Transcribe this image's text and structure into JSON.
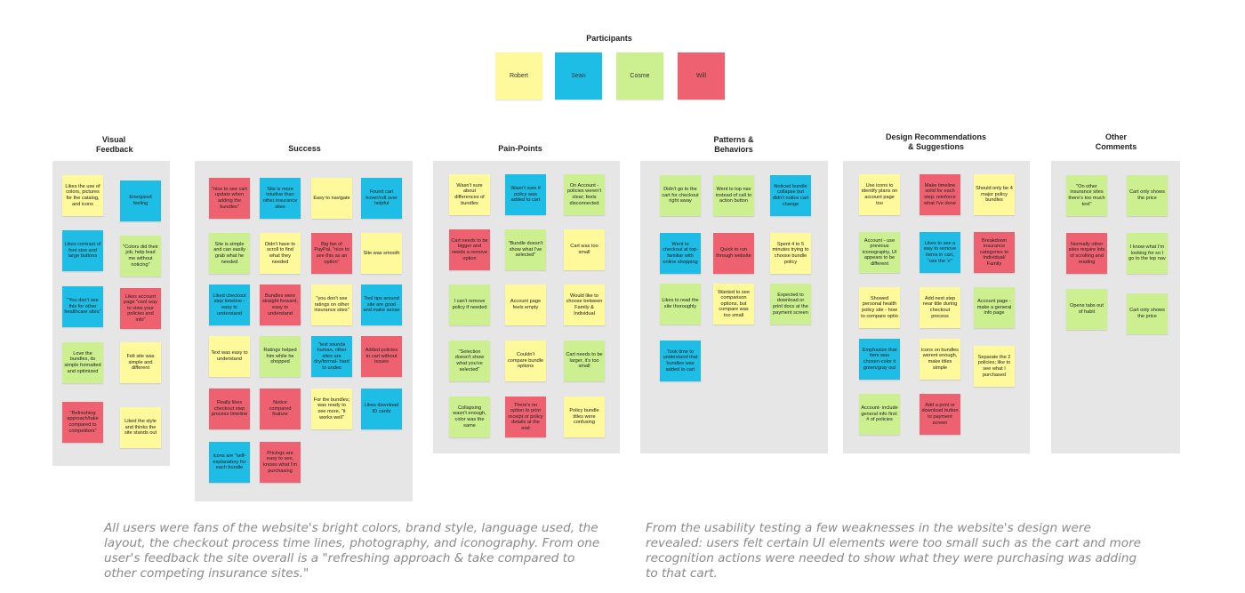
{
  "participants": {
    "title": "Participants",
    "names": [
      "Robert",
      "Sean",
      "Cosme",
      "Will"
    ]
  },
  "columns": [
    {
      "title": "Visual\nFeedback",
      "notes": [
        {
          "text": "Likes the use of colors, pictures for the catalog, and icons",
          "color": "yellow"
        },
        {
          "text": "Energized feeling",
          "color": "blue"
        },
        {
          "text": "Likes contrast of font size and large buttons",
          "color": "blue"
        },
        {
          "text": "\"Colors did their job, help lead me without noticing\"",
          "color": "green"
        },
        {
          "text": "\"You don't see this for other healthcare sites\"",
          "color": "blue"
        },
        {
          "text": "Likes account page \"cool way to view your policies and info\"",
          "color": "red"
        },
        {
          "text": "Love the bundles, its simple formatted and optimized",
          "color": "green"
        },
        {
          "text": "Felt site was simple and different",
          "color": "yellow"
        },
        {
          "text": "\"Refreshing approach/take compared to competitors\"",
          "color": "red"
        },
        {
          "text": "Liked the style and thinks the site stands out",
          "color": "yellow"
        }
      ]
    },
    {
      "title": "Success",
      "notes": [
        {
          "text": "\"nice to see cart update when adding the bundles\"",
          "color": "red"
        },
        {
          "text": "Site is more intuitive than other insurance sites",
          "color": "blue"
        },
        {
          "text": "Easy to navigate",
          "color": "yellow"
        },
        {
          "text": "Found cart hover/roll over helpful",
          "color": "blue"
        },
        {
          "text": "Site is simple and can easily grab what he needed",
          "color": "green"
        },
        {
          "text": "Didn't have to scroll to find what they needed",
          "color": "yellow"
        },
        {
          "text": "Big fan of PayPal, \"nice to see this as an option\"",
          "color": "red"
        },
        {
          "text": "Site was smooth",
          "color": "yellow"
        },
        {
          "text": "Liked checkout step timeline - easy to understand",
          "color": "blue"
        },
        {
          "text": "Bundles were straight forward, easy to understand",
          "color": "red"
        },
        {
          "text": "\"you don't see ratings on other insurance sites\"",
          "color": "yellow"
        },
        {
          "text": "Tool tips around site are good and make sense",
          "color": "blue"
        },
        {
          "text": "Text was easy to understand",
          "color": "yellow"
        },
        {
          "text": "Ratings helped him while he shopped",
          "color": "green"
        },
        {
          "text": "\"text sounds human, other sites are dry/formal- hard to undes",
          "color": "blue"
        },
        {
          "text": "Added policies to cart without issues",
          "color": "red"
        },
        {
          "text": "Really likes checkout step process timeline",
          "color": "red"
        },
        {
          "text": "Notice compared feature",
          "color": "red"
        },
        {
          "text": "For the bundles; was ready to see more, \"it works well\"",
          "color": "yellow"
        },
        {
          "text": "Likes download ID cards",
          "color": "blue"
        },
        {
          "text": "icons are \"self-explanatory for each bundle",
          "color": "blue"
        },
        {
          "text": "Pricings are easy to see, knows what I'm purchasing",
          "color": "red"
        }
      ]
    },
    {
      "title": "Pain-Points",
      "notes": [
        {
          "text": "Wasn't sure about differences of bundles",
          "color": "yellow"
        },
        {
          "text": "Wasn't sure if policy was added to cart",
          "color": "blue"
        },
        {
          "text": "On Account - policies weren't clear; feels disconnected",
          "color": "green"
        },
        {
          "text": "Cart needs to be bigger and needs a remove option",
          "color": "red"
        },
        {
          "text": "\"Bundle doesn't show what I've selected\"",
          "color": "green"
        },
        {
          "text": "Cart was too small",
          "color": "yellow"
        },
        {
          "text": "I can't remove policy if needed",
          "color": "green"
        },
        {
          "text": "Account page feels empty",
          "color": "yellow"
        },
        {
          "text": "Would like to choose between Family & Individual",
          "color": "yellow"
        },
        {
          "text": "\"Selection doesn't show what you've selected\"",
          "color": "green"
        },
        {
          "text": "Couldn't compare bundle options",
          "color": "yellow"
        },
        {
          "text": "Cart needs to be larger, it's too small",
          "color": "green"
        },
        {
          "text": "Collapsing wasn't enough, color was the same",
          "color": "green"
        },
        {
          "text": "There's no option to print receipt or policy details at the end",
          "color": "red"
        },
        {
          "text": "Policy bundle titles were confusing",
          "color": "yellow"
        }
      ]
    },
    {
      "title": "Patterns &\nBehaviors",
      "notes": [
        {
          "text": "Didn't go to the cart for checkout right away",
          "color": "green"
        },
        {
          "text": "Went to top nav instead of call to action button",
          "color": "green"
        },
        {
          "text": "Noticed bundle collapse but didn't notice cart change",
          "color": "blue"
        },
        {
          "text": "Went to checkout at top-familiar with online shopping",
          "color": "blue"
        },
        {
          "text": "Quick to run through website",
          "color": "red"
        },
        {
          "text": "Spent 4 to 5 minutes trying to choose bundle policy",
          "color": "yellow"
        },
        {
          "text": "Likes to read the site thoroughly",
          "color": "green"
        },
        {
          "text": "Wanted to see comparison options, but compare was too small",
          "color": "yellow"
        },
        {
          "text": "Expected to download or print docs at the payment screen",
          "color": "green"
        },
        {
          "text": "Took time to understand that bundles was added to cart",
          "color": "blue"
        }
      ]
    },
    {
      "title": "Design Recommendations\n& Suggestions",
      "notes": [
        {
          "text": "Use icons to identify plans on account page too",
          "color": "yellow"
        },
        {
          "text": "Make timeline solid for each step; reinforce what I've done",
          "color": "red"
        },
        {
          "text": "Should only be 4 major policy bundles",
          "color": "yellow"
        },
        {
          "text": "Account - use previous iconography, UI appears to be different",
          "color": "green"
        },
        {
          "text": "Likes to see a way to remove items in cart, \"use the 'x'\"",
          "color": "blue"
        },
        {
          "text": "Breakdown insurance categories to Individual/ Family",
          "color": "red"
        },
        {
          "text": "Showed personal health policy site - how to compare optio",
          "color": "yellow"
        },
        {
          "text": "Add next step near title during checkout process",
          "color": "yellow"
        },
        {
          "text": "Account page - make a general info page",
          "color": "green"
        },
        {
          "text": "Emphasize that item was chosen-color it green/gray out",
          "color": "blue"
        },
        {
          "text": "icons on bundles werent enough, make titles simple",
          "color": "yellow"
        },
        {
          "text": "Separate the 2 policies; like to see what I purchased",
          "color": "yellow"
        },
        {
          "text": "Account- include general info first: # of policies",
          "color": "green"
        },
        {
          "text": "Add a print or download button to payment screen",
          "color": "red"
        }
      ]
    },
    {
      "title": "Other\nComments",
      "notes": [
        {
          "text": "\"On other insurance sites there's too much text\"",
          "color": "green"
        },
        {
          "text": "Cart only shows the price",
          "color": "green"
        },
        {
          "text": "Normally other sites require lots of scrolling and reading",
          "color": "red"
        },
        {
          "text": "I know what I'm looking for so I go to the top nav",
          "color": "green"
        },
        {
          "text": "Opens tabs out of habit",
          "color": "green"
        },
        {
          "text": "Cart only shows the price",
          "color": "green"
        }
      ]
    }
  ],
  "captions": {
    "left": "All users were fans of the website's bright colors, brand style, language used, the layout, the checkout process time lines, photography, and iconography. From one user's feedback the site overall is a \"refreshing approach & take compared to other competing insurance sites.\"",
    "right": "From the usability testing a few weaknesses in the website's design were revealed: users felt certain UI elements were too small such as the cart and more recognition actions were needed to show what they were purchasing was adding to that cart."
  },
  "colors": {
    "yellow": "#fef99a",
    "blue": "#1ebde6",
    "green": "#ccf08f",
    "red": "#ee6170",
    "panel": "#e6e6e6"
  }
}
